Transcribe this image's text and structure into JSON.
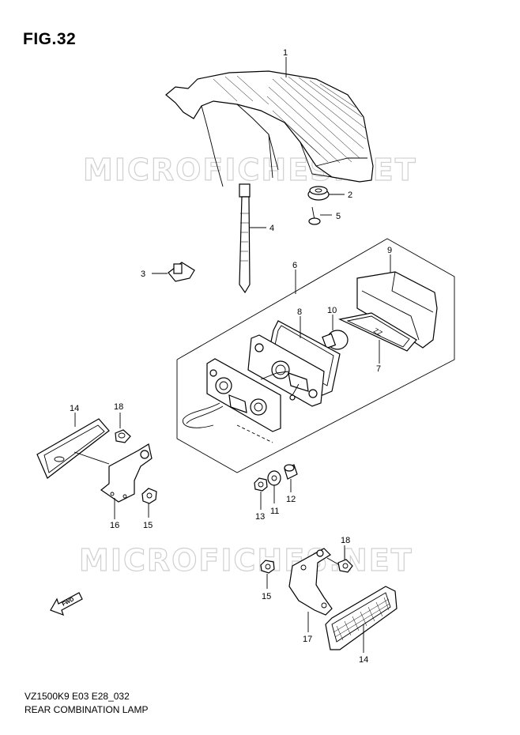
{
  "figure": {
    "title": "FIG.32",
    "model_code": "VZ1500K9 E03 E28_032",
    "section_name": "REAR COMBINATION LAMP",
    "watermark": "MICROFICHES.NET",
    "direction_label": "FWD"
  },
  "callouts": {
    "c1": "1",
    "c2": "2",
    "c3": "3",
    "c4": "4",
    "c5": "5",
    "c6": "6",
    "c7": "7",
    "c8": "8",
    "c9": "9",
    "c10": "10",
    "c11": "11",
    "c12": "12",
    "c13": "13",
    "c14a": "14",
    "c14b": "14",
    "c15a": "15",
    "c15b": "15",
    "c16": "16",
    "c17": "17",
    "c18a": "18",
    "c18b": "18"
  },
  "colors": {
    "line": "#000000",
    "watermark": "#d0d0d0",
    "background": "#ffffff"
  }
}
